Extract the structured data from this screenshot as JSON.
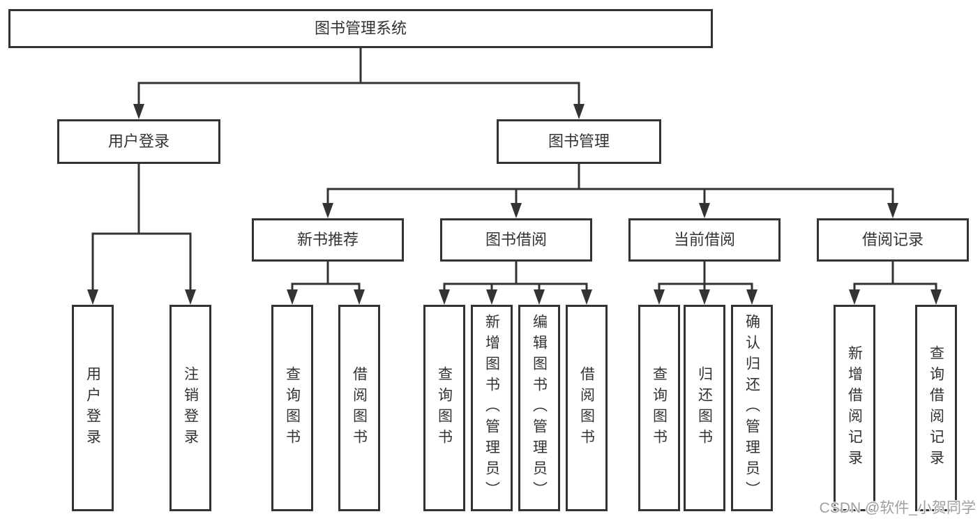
{
  "page": {
    "watermark": "CSDN @软件_小贺同学"
  },
  "colors": {
    "line": "#333333",
    "text": "#333333",
    "box_background": "#ffffff",
    "watermark": "#9e9e9e",
    "background": "#ffffff"
  },
  "tree": {
    "root": {
      "label": "图书管理系统"
    },
    "branches": [
      {
        "label": "用户登录",
        "children": [
          {
            "label": "用户登录"
          },
          {
            "label": "注销登录"
          }
        ]
      },
      {
        "label": "图书管理",
        "children": [
          {
            "label": "新书推荐",
            "children": [
              {
                "label": "查询图书"
              },
              {
                "label": "借阅图书"
              }
            ]
          },
          {
            "label": "图书借阅",
            "children": [
              {
                "label": "查询图书"
              },
              {
                "label": "新增图书（管理员）"
              },
              {
                "label": "编辑图书（管理员）"
              },
              {
                "label": "借阅图书"
              }
            ]
          },
          {
            "label": "当前借阅",
            "children": [
              {
                "label": "查询图书"
              },
              {
                "label": "归还图书"
              },
              {
                "label": "确认归还（管理员）"
              }
            ]
          },
          {
            "label": "借阅记录",
            "children": [
              {
                "label": "新增借阅记录"
              },
              {
                "label": "查询借阅记录"
              }
            ]
          }
        ]
      }
    ]
  }
}
